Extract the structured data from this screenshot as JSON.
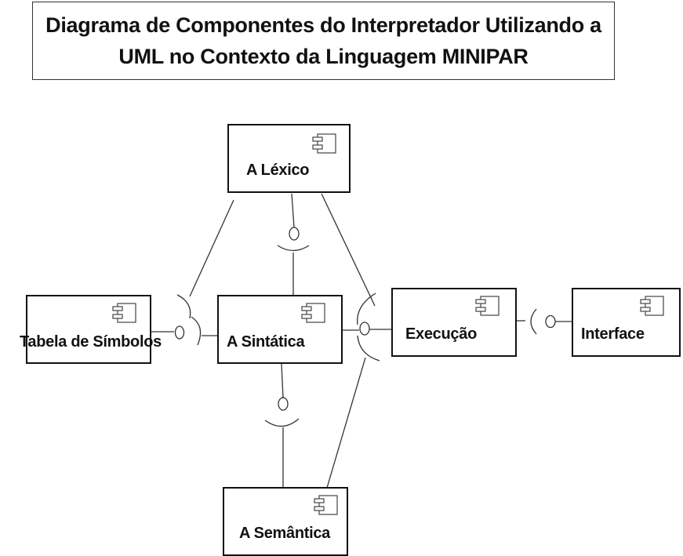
{
  "title": {
    "line1": "Diagrama de Componentes do Interpretador Utilizando a",
    "line2": "UML no Contexto da Linguagem MINIPAR"
  },
  "components": {
    "lexico": "A Léxico",
    "sintatica": "A Sintática",
    "semantica": "A Semântica",
    "tabela": "Tabela de Símbolos",
    "execucao": "Execução",
    "interface": "Interface"
  },
  "icons": {
    "component": "uml-component-icon",
    "provided": "lollipop-provided-interface",
    "required": "socket-required-interface"
  }
}
